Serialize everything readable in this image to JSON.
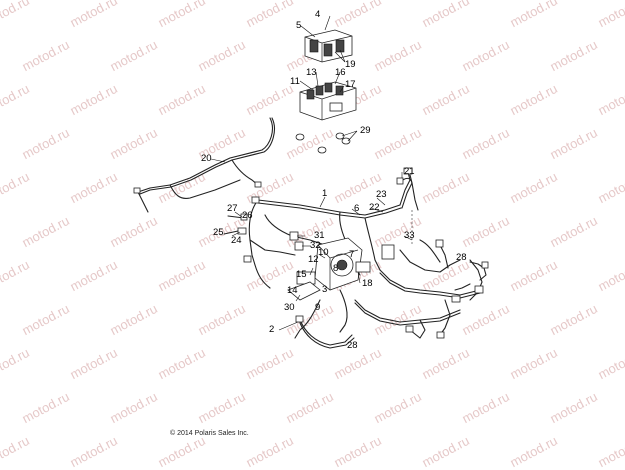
{
  "watermark": "motod.ru",
  "copyright": "© 2014 Polaris Sales Inc.",
  "callouts": {
    "c1": "1",
    "c2": "2",
    "c3": "3",
    "c4": "4",
    "c5": "5",
    "c6": "6",
    "c7": "7",
    "c8": "8",
    "c9": "9",
    "c10": "10",
    "c11": "11",
    "c12": "12",
    "c13": "13",
    "c14": "14",
    "c15": "15",
    "c16": "16",
    "c17": "17",
    "c18": "18",
    "c19": "19",
    "c20": "20",
    "c21": "21",
    "c22": "22",
    "c23": "23",
    "c24": "24",
    "c25": "25",
    "c26": "26",
    "c27": "27",
    "c28a": "28",
    "c28b": "28",
    "c29": "29",
    "c30": "30",
    "c31": "31",
    "c32": "32",
    "c33": "33"
  }
}
